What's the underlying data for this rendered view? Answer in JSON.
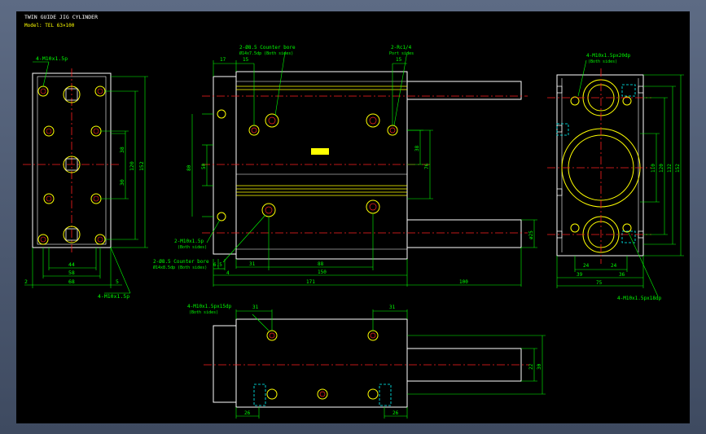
{
  "title": "TWIN GUIDE JIG CYLINDER",
  "model": "Model: TEL 63×100",
  "colors": {
    "background": "#000000",
    "outline": "#ffffff",
    "hole": "#ffff00",
    "dimension": "#00ff00",
    "centerline": "#ff2020",
    "hidden": "#00ffff",
    "frame": "#4a5870"
  },
  "labels": {
    "left_top": "4-M10x1.5p",
    "left_bottom": "4-M10x1.5p",
    "front_cbore1": "2-Ø8.5 Counter bore",
    "front_cbore1b": "Ø14x7.5dp (Both sides)",
    "front_port": "2-Rc1/4",
    "front_port_b": "Port sides",
    "front_tap": "2-M10x1.5p",
    "front_tap_b": "(Both sides)",
    "front_cbore2": "2-Ø8.5 Counter bore",
    "front_cbore2b": "Ø14x8.5dp (Both sides)",
    "right_top": "4-M10x1.5px20dp",
    "right_top_b": "(Both sides)",
    "right_bottom": "4-M10x1.5px18dp",
    "bottom_tap": "4-M10x1.5px15dp",
    "bottom_tap_b": "(Both sides)"
  },
  "dims": {
    "l_44": "44",
    "l_58": "58",
    "l_68": "68",
    "l_2": "2",
    "l_5": "5",
    "l_38": "38",
    "l_30": "30",
    "l_120": "120",
    "l_152": "152",
    "f_17": "17",
    "f_15a": "15",
    "f_15b": "15",
    "f_50": "50",
    "f_80": "80",
    "f_38": "38",
    "f_76": "76",
    "f_ø25": "ø25",
    "f_6_5": "6.5",
    "f_4": "4",
    "f_31": "31",
    "f_88": "88",
    "f_150": "150",
    "f_171": "171",
    "f_100": "100",
    "r_24a": "24",
    "r_24b": "24",
    "r_39": "39",
    "r_36": "36",
    "r_75": "75",
    "r_110": "110",
    "r_120": "120",
    "r_132": "132",
    "r_152": "152",
    "b_31a": "31",
    "b_31b": "31",
    "b_26a": "26",
    "b_26b": "26",
    "b_22": "22",
    "b_30": "30"
  }
}
